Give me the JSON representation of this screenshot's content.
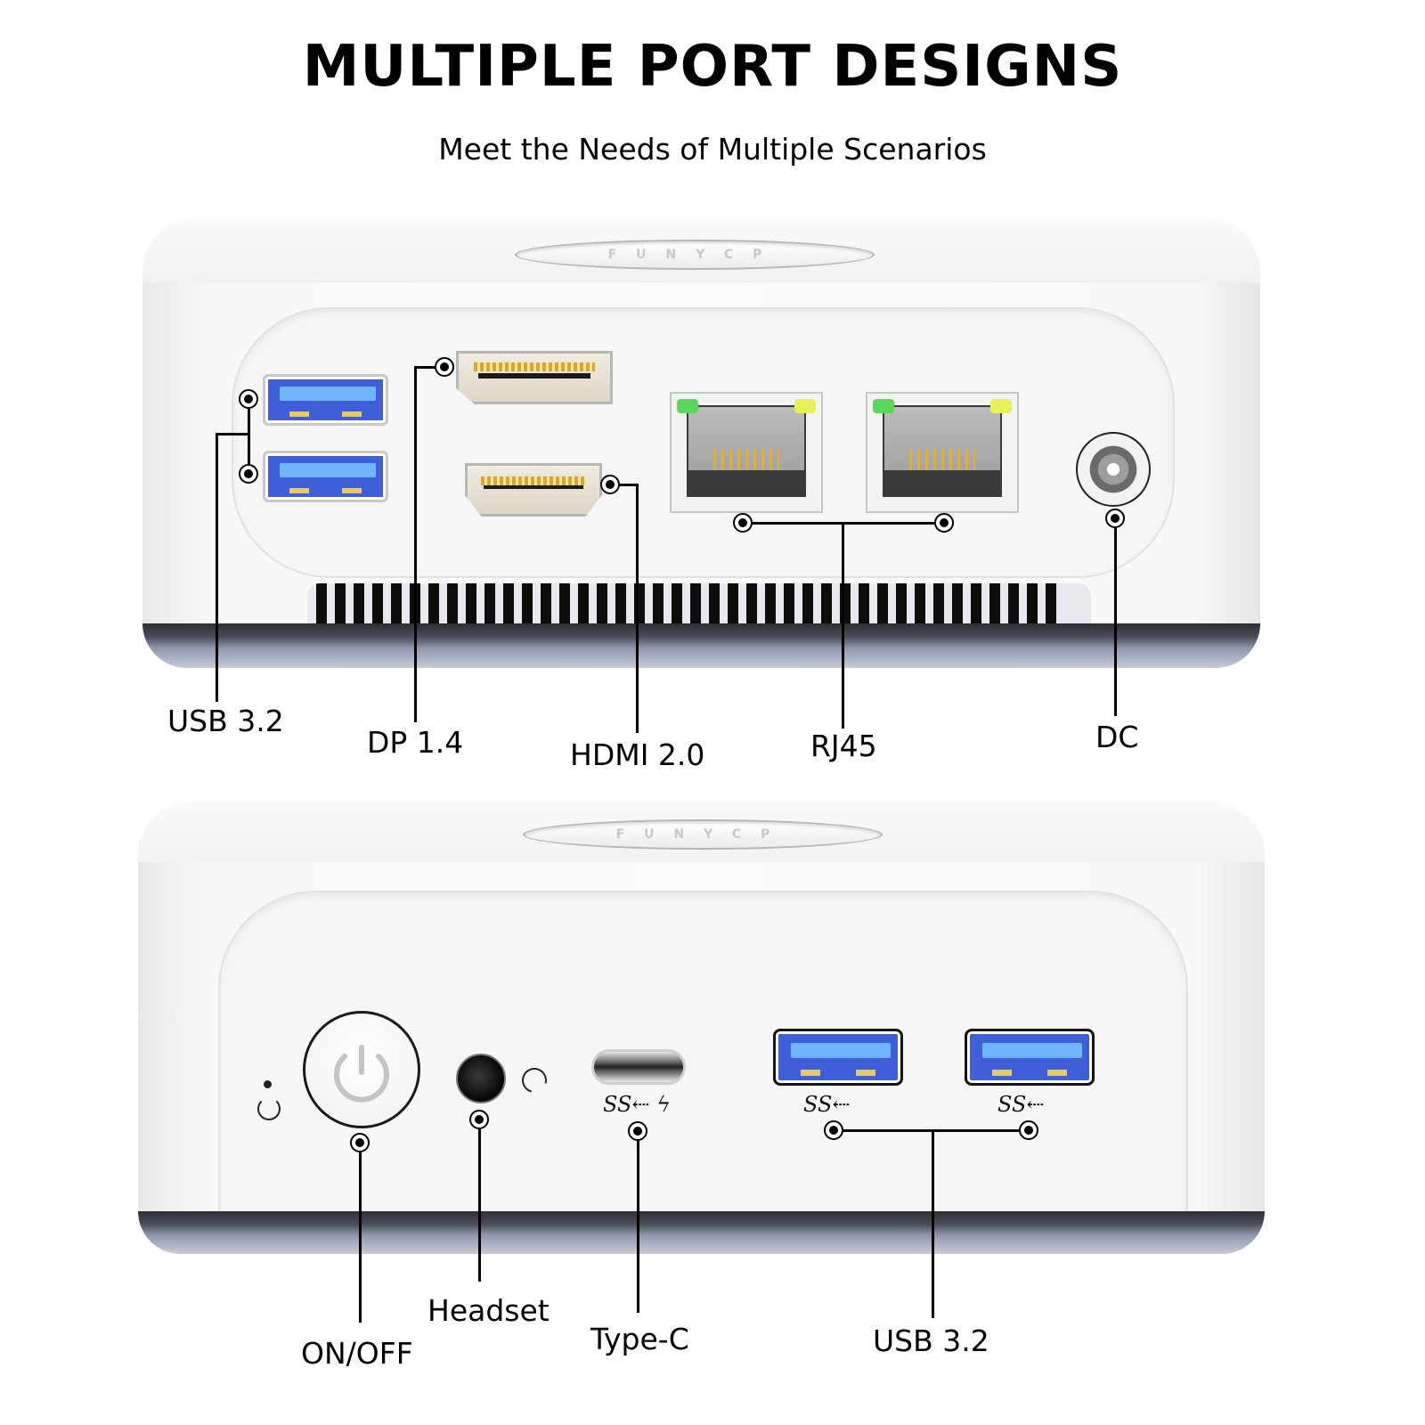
{
  "header": {
    "title": "MULTIPLE PORT DESIGNS",
    "subtitle": "Meet the Needs of Multiple Scenarios"
  },
  "brand_logo": "FUNYCP",
  "rear_view": {
    "labels": {
      "usb": "USB 3.2",
      "dp": "DP 1.4",
      "hdmi": "HDMI 2.0",
      "rj45": "RJ45",
      "dc": "DC"
    },
    "ports": [
      {
        "type": "usb-a",
        "count": 2,
        "color": "#3e5fd8"
      },
      {
        "type": "displayport",
        "count": 1
      },
      {
        "type": "hdmi",
        "count": 1
      },
      {
        "type": "rj45",
        "count": 2,
        "led_colors": [
          "#5bd65b",
          "#e8f05a"
        ]
      },
      {
        "type": "dc-in",
        "count": 1
      }
    ]
  },
  "front_view": {
    "labels": {
      "power": "ON/OFF",
      "headset": "Headset",
      "typec": "Type-C",
      "usb": "USB 3.2"
    },
    "symbols": {
      "ss_usb": "SS⇠",
      "ss_usb_power": "SS⇠ ϟ"
    },
    "ports": [
      {
        "type": "power-button",
        "count": 1
      },
      {
        "type": "audio-jack",
        "count": 1
      },
      {
        "type": "usb-c",
        "count": 1
      },
      {
        "type": "usb-a",
        "count": 2,
        "color": "#3e5fd8"
      }
    ]
  },
  "colors": {
    "usb_blue": "#3e5fd8",
    "base_gray": "#8f95a8",
    "body_white": "#f8f8f8"
  }
}
